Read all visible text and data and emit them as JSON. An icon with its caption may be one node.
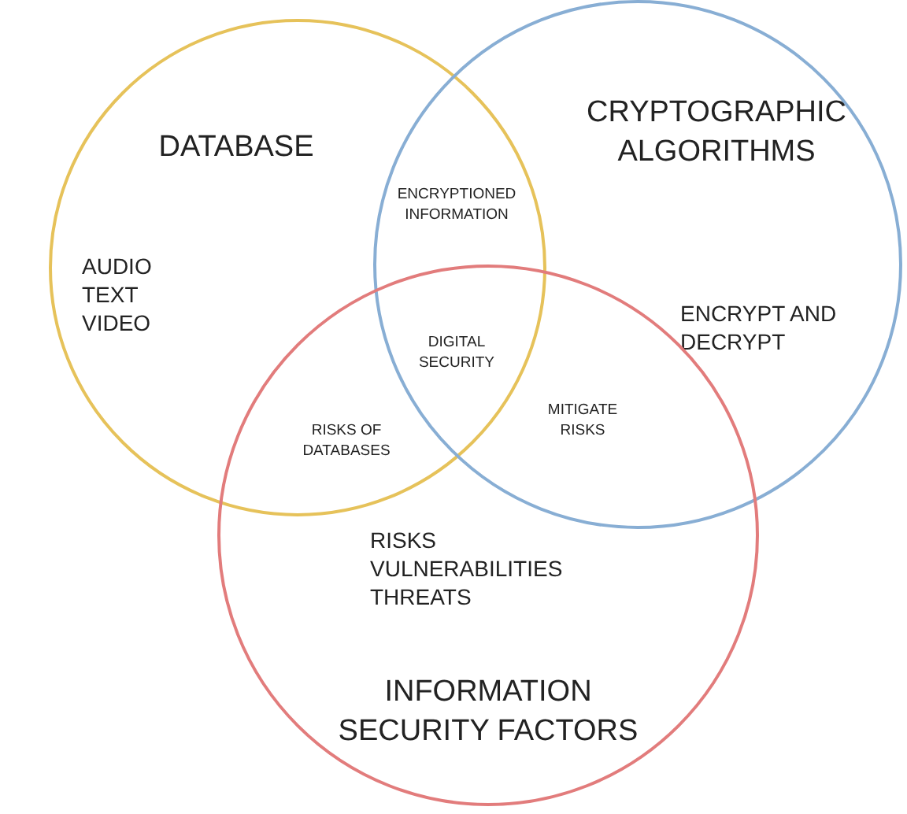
{
  "diagram": {
    "nodes": [
      {
        "text": [
          "DATABASE",
          "AUDIO TEXT VIDEO"
        ]
      },
      {
        "text": [
          "CRYPTOGRAPHIC ALGORITHMS",
          "ENCRYPT AND DECRYPT"
        ]
      },
      {
        "text": [
          "RISKS VULNERABILITIES THREATS",
          "INFORMATION SECURITY FACTORS"
        ]
      }
    ],
    "edges": [],
    "labels": [
      "ENCRYPTIONED INFORMATION",
      "DIGITAL SECURITY",
      "RISKS OF DATABASES",
      "MITIGATE RISKS"
    ]
  }
}
